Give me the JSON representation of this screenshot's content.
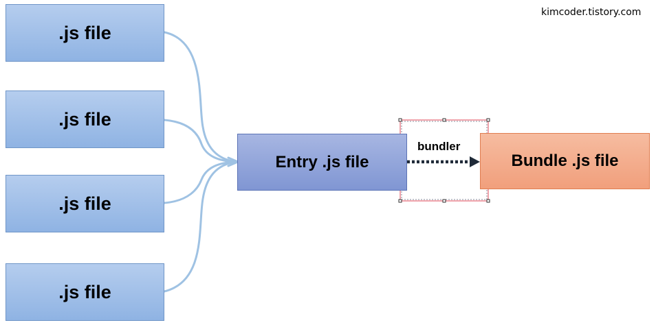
{
  "watermark": "kimcoder.tistory.com",
  "sources": [
    {
      "label": ".js file"
    },
    {
      "label": ".js file"
    },
    {
      "label": ".js file"
    },
    {
      "label": ".js file"
    }
  ],
  "entry": {
    "label": "Entry .js file"
  },
  "bundler": {
    "label": "bundler"
  },
  "bundle": {
    "label": "Bundle .js file"
  },
  "colors": {
    "source_fill": "#a3c2ea",
    "entry_fill": "#93a6da",
    "bundle_fill": "#f4ad8c",
    "connector": "#9fc2e3",
    "arrow": "#1f2a38",
    "selection": "#e04a5a"
  }
}
